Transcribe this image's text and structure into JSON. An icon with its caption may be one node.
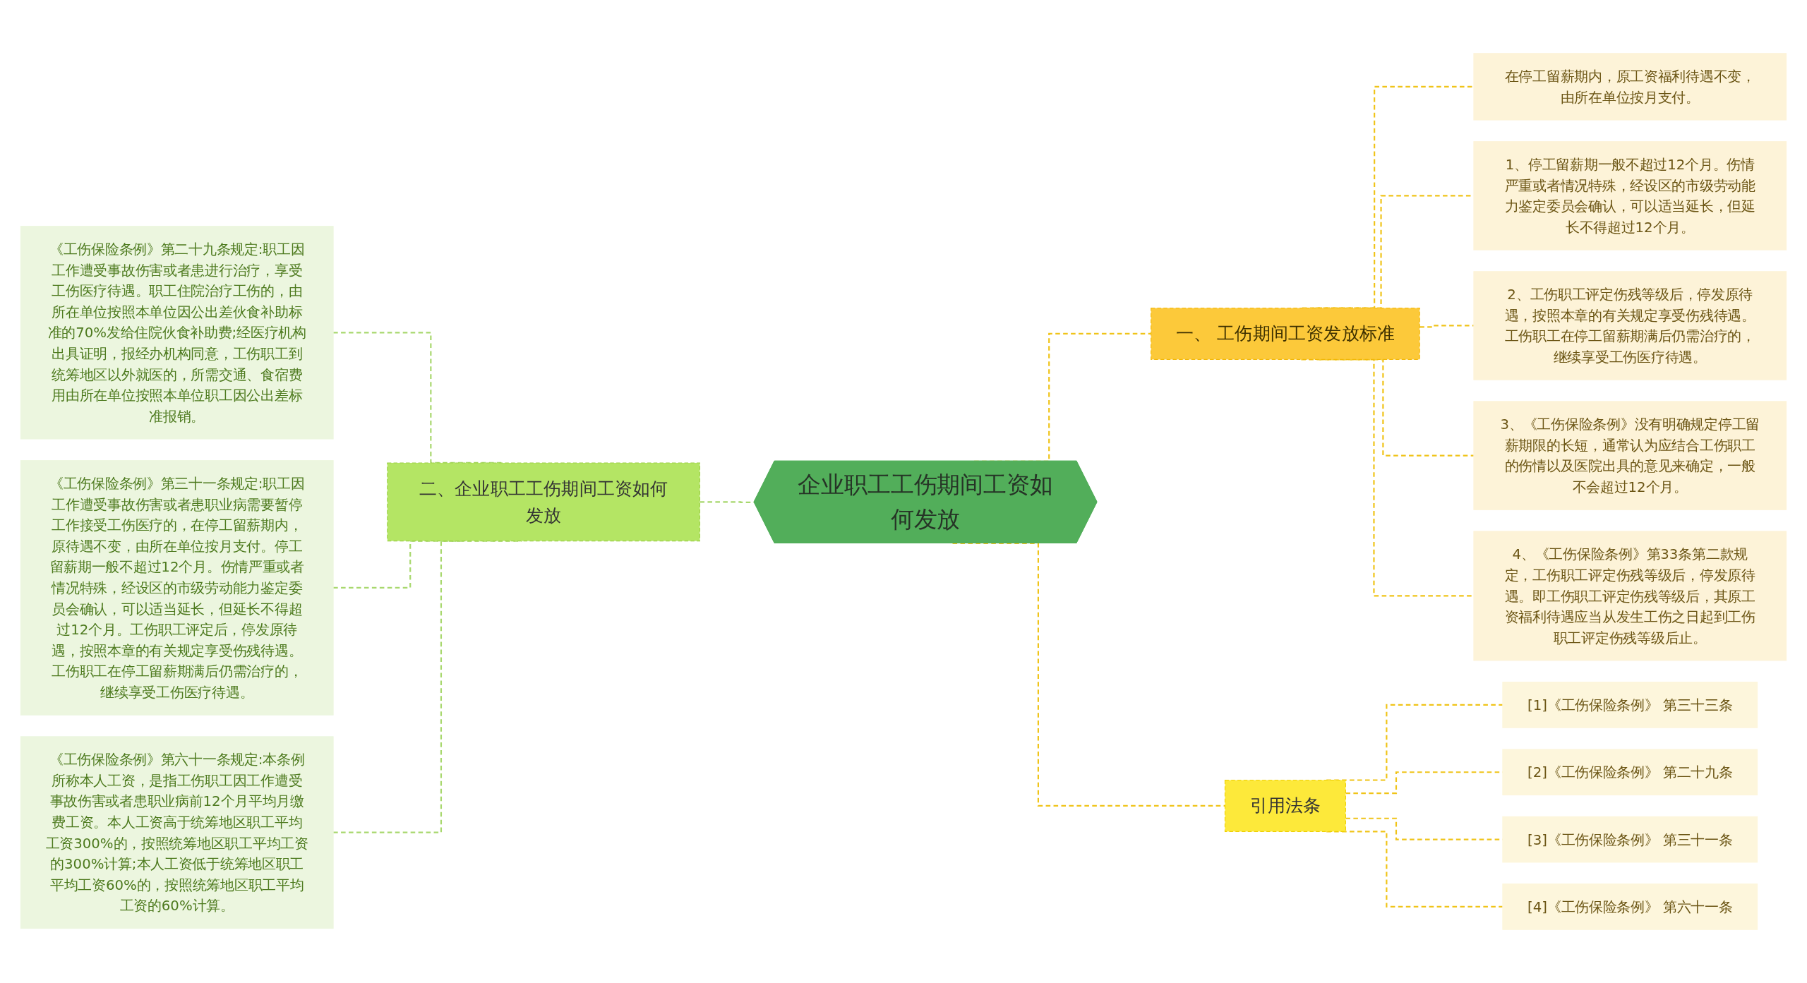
{
  "diagram": {
    "nodes": [
      {
        "text": [
          "企业职工工伤期间工资如何发放"
        ]
      },
      {
        "text": [
          "一、 工伤期间工资发放标准"
        ]
      },
      {
        "text": [
          "在停工留薪期内，原工资福利待遇不变，由所在单位按月支付。"
        ]
      },
      {
        "text": [
          "1、停工留薪期一般不超过12个月。伤情严重或者情况特殊，经设区的市级劳动能力鉴定委员会确认，可以适当延长，但延长不得超过12个月。"
        ]
      },
      {
        "text": [
          "2、工伤职工评定伤残等级后，停发原待遇，按照本章的有关规定享受伤残待遇。工伤职工在停工留薪期满后仍需治疗的，继续享受工伤医疗待遇。"
        ]
      },
      {
        "text": [
          "3、《工伤保险条例》没有明确规定停工留薪期限的长短，通常认为应结合工伤职工的伤情以及医院出具的意见来确定，一般不会超过12个月。"
        ]
      },
      {
        "text": [
          "4、《工伤保险条例》第33条第二款规定，工伤职工评定伤残等级后，停发原待遇。即工伤职工评定伤残等级后，其原工资福利待遇应当从发生工伤之日起到工伤职工评定伤残等级后止。"
        ]
      },
      {
        "text": [
          "引用法条"
        ]
      },
      {
        "text": [
          "[1]《工伤保险条例》 第三十三条"
        ]
      },
      {
        "text": [
          "[2]《工伤保险条例》 第二十九条"
        ]
      },
      {
        "text": [
          "[3]《工伤保险条例》 第三十一条"
        ]
      },
      {
        "text": [
          "[4]《工伤保险条例》 第六十一条"
        ]
      },
      {
        "text": [
          "二、企业职工工伤期间工资如何发放"
        ]
      },
      {
        "text": [
          "《工伤保险条例》第二十九条规定:职工因工作遭受事故伤害或者患进行治疗，享受工伤医疗待遇。职工住院治疗工伤的，由所在单位按照本单位因公出差伙食补助标准的70%发给住院伙食补助费;经医疗机构出具证明，报经办机构同意，工伤职工到统筹地区以外就医的，所需交通、食宿费用由所在单位按照本单位职工因公出差标准报销。"
        ]
      },
      {
        "text": [
          "《工伤保险条例》第三十一条规定:职工因工作遭受事故伤害或者患职业病需要暂停工作接受工伤医疗的，在停工留薪期内，原待遇不变，由所在单位按月支付。停工留薪期一般不超过12个月。伤情严重或者情况特殊，经设区的市级劳动能力鉴定委员会确认，可以适当延长，但延长不得超过12个月。工伤职工评定后，停发原待遇，按照本章的有关规定享受伤残待遇。工伤职工在停工留薪期满后仍需治疗的，继续享受工伤医疗待遇。"
        ]
      },
      {
        "text": [
          "《工伤保险条例》第六十一条规定:本条例所称本人工资，是指工伤职工因工作遭受事故伤害或者患职业病前12个月平均月缴费工资。本人工资高于统筹地区职工平均工资300%的，按照统筹地区职工平均工资的300%计算;本人工资低于统筹地区职工平均工资60%的，按照统筹地区职工平均工资的60%计算。"
        ]
      }
    ],
    "edges": [
      {
        "from": 0,
        "to": 1,
        "arrow": "none",
        "style": "dashed"
      },
      {
        "from": 1,
        "to": 2,
        "arrow": "none",
        "style": "dashed"
      },
      {
        "from": 1,
        "to": 3,
        "arrow": "none",
        "style": "dashed"
      },
      {
        "from": 1,
        "to": 4,
        "arrow": "none",
        "style": "dashed"
      },
      {
        "from": 1,
        "to": 5,
        "arrow": "none",
        "style": "dashed"
      },
      {
        "from": 1,
        "to": 6,
        "arrow": "none",
        "style": "dashed"
      },
      {
        "from": 0,
        "to": 7,
        "arrow": "none",
        "style": "dashed"
      },
      {
        "from": 7,
        "to": 8,
        "arrow": "none",
        "style": "dashed"
      },
      {
        "from": 7,
        "to": 9,
        "arrow": "none",
        "style": "dashed"
      },
      {
        "from": 7,
        "to": 10,
        "arrow": "none",
        "style": "dashed"
      },
      {
        "from": 7,
        "to": 11,
        "arrow": "none",
        "style": "dashed"
      },
      {
        "from": 12,
        "to": 0,
        "arrow": "none",
        "style": "dashed",
        "color": "#a8d86e"
      },
      {
        "from": 13,
        "to": 12,
        "arrow": "none",
        "style": "dashed",
        "color": "#a8d86e"
      },
      {
        "from": 14,
        "to": 12,
        "arrow": "none",
        "style": "dashed",
        "color": "#a8d86e"
      },
      {
        "from": 15,
        "to": 12,
        "arrow": "none",
        "style": "dashed",
        "color": "#a8d86e"
      }
    ]
  }
}
